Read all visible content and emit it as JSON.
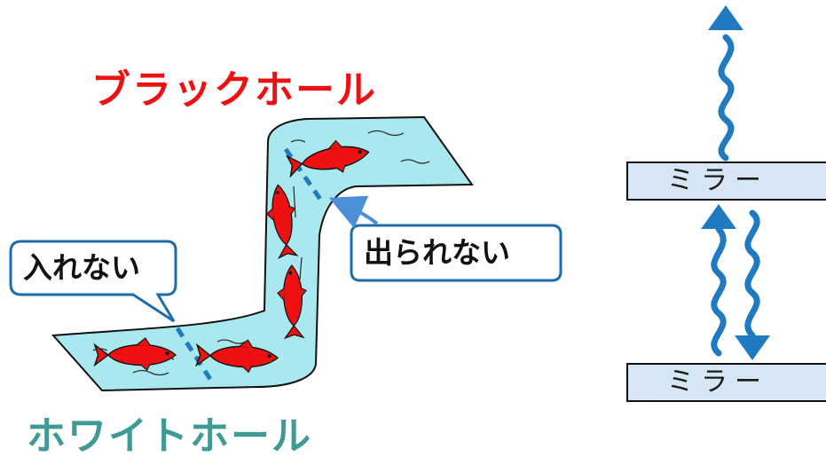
{
  "labels": {
    "black_hole": "ブラックホール",
    "white_hole": "ホワイトホール",
    "cannot_enter": "入れない",
    "cannot_exit": "出られない"
  },
  "mirrors": {
    "top": "ミラー",
    "bottom": "ミラー"
  },
  "colors": {
    "water": "#a9e8ee",
    "fish": "#ee1111",
    "dashed_line": "#1f7ac2",
    "wave": "#1f7ac2",
    "mirror_fill": "#d6e6f4",
    "bubble_border": "#1c6ea8"
  }
}
